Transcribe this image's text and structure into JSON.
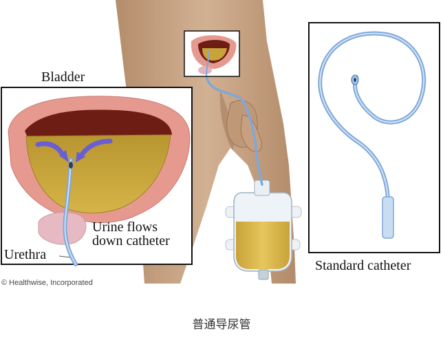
{
  "labels": {
    "bladder": "Bladder",
    "urine_flows_line1": "Urine flows",
    "urine_flows_line2": "down catheter",
    "urethra": "Urethra",
    "standard_catheter": "Standard catheter"
  },
  "credit": "© Healthwise, Incorporated",
  "caption": "普通导尿管",
  "colors": {
    "skin": "#c9a585",
    "skin_shadow": "#a98466",
    "bladder_wall": "#e6998f",
    "urine": "#c7a33a",
    "tissue_dark": "#6e1d14",
    "catheter": "#7ea8da",
    "arrow": "#6a5fd0",
    "frame": "#111111"
  }
}
